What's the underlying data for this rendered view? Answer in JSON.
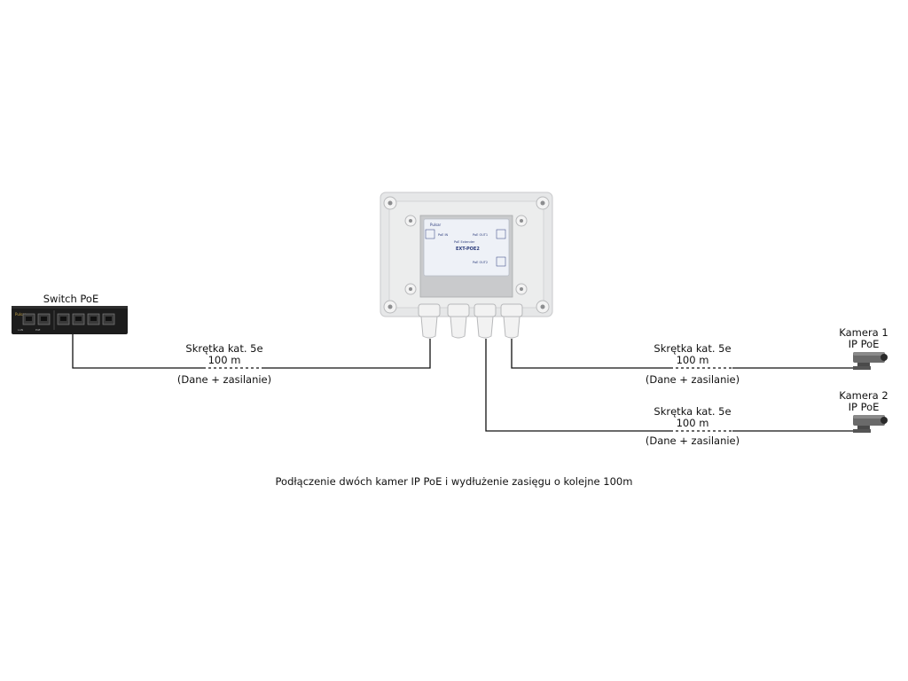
{
  "switch": {
    "label": "Switch PoE",
    "brand": "Pulsar",
    "port_labels": [
      "LAN",
      "PoE"
    ]
  },
  "extender": {
    "brand": "Pulsar",
    "type": "PoE Extender",
    "model": "EXT-POE2",
    "input_label": "PoE IN",
    "output1_label": "PoE OUT1",
    "output2_label": "PoE OUT2"
  },
  "cables": [
    {
      "line1": "Skrętka kat. 5e",
      "line2": "100 m",
      "line3": "(Dane + zasilanie)"
    },
    {
      "line1": "Skrętka kat. 5e",
      "line2": "100 m",
      "line3": "(Dane + zasilanie)"
    },
    {
      "line1": "Skrętka kat. 5e",
      "line2": "100 m",
      "line3": "(Dane + zasilanie)"
    }
  ],
  "cameras": [
    {
      "line1": "Kamera 1",
      "line2": "IP PoE"
    },
    {
      "line1": "Kamera 2",
      "line2": "IP PoE"
    }
  ],
  "caption": "Podłączenie dwóch kamer IP PoE i wydłużenie zasięgu o kolejne 100m",
  "colors": {
    "line": "#111111",
    "switch_body": "#1c1c1c",
    "enclosure": "#e6e7e8",
    "module": "#eef1f7"
  }
}
